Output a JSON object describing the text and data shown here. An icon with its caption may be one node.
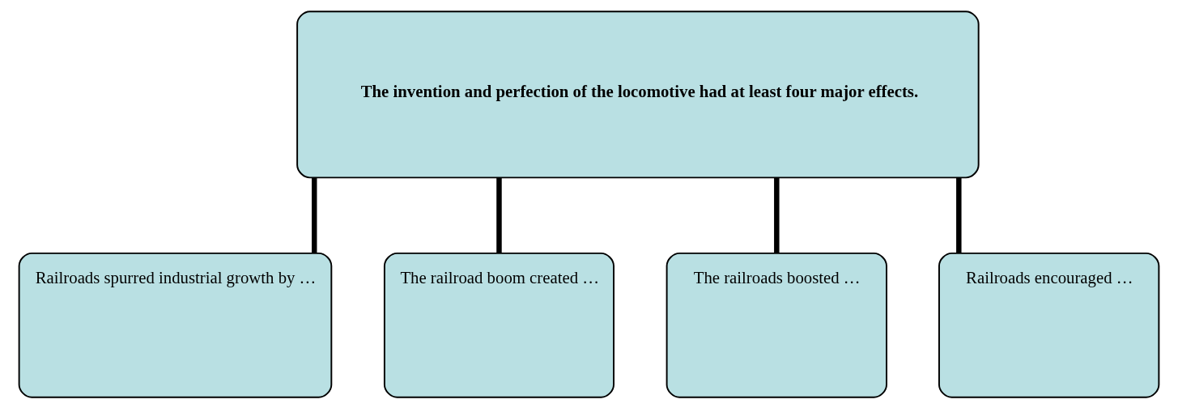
{
  "diagram": {
    "nodes": [
      {
        "text": [
          "The invention and perfection of the locomotive had at least four major effects."
        ]
      },
      {
        "text": [
          "Railroads spurred industrial growth by …"
        ]
      },
      {
        "text": [
          "The railroad boom created …"
        ]
      },
      {
        "text": [
          "The railroads boosted …"
        ]
      },
      {
        "text": [
          "Railroads encouraged …"
        ]
      }
    ],
    "edges": [
      {
        "from": 0,
        "to": 1,
        "arrow": "none"
      },
      {
        "from": 0,
        "to": 2,
        "arrow": "none"
      },
      {
        "from": 0,
        "to": 3,
        "arrow": "none"
      },
      {
        "from": 0,
        "to": 4,
        "arrow": "none"
      }
    ]
  }
}
